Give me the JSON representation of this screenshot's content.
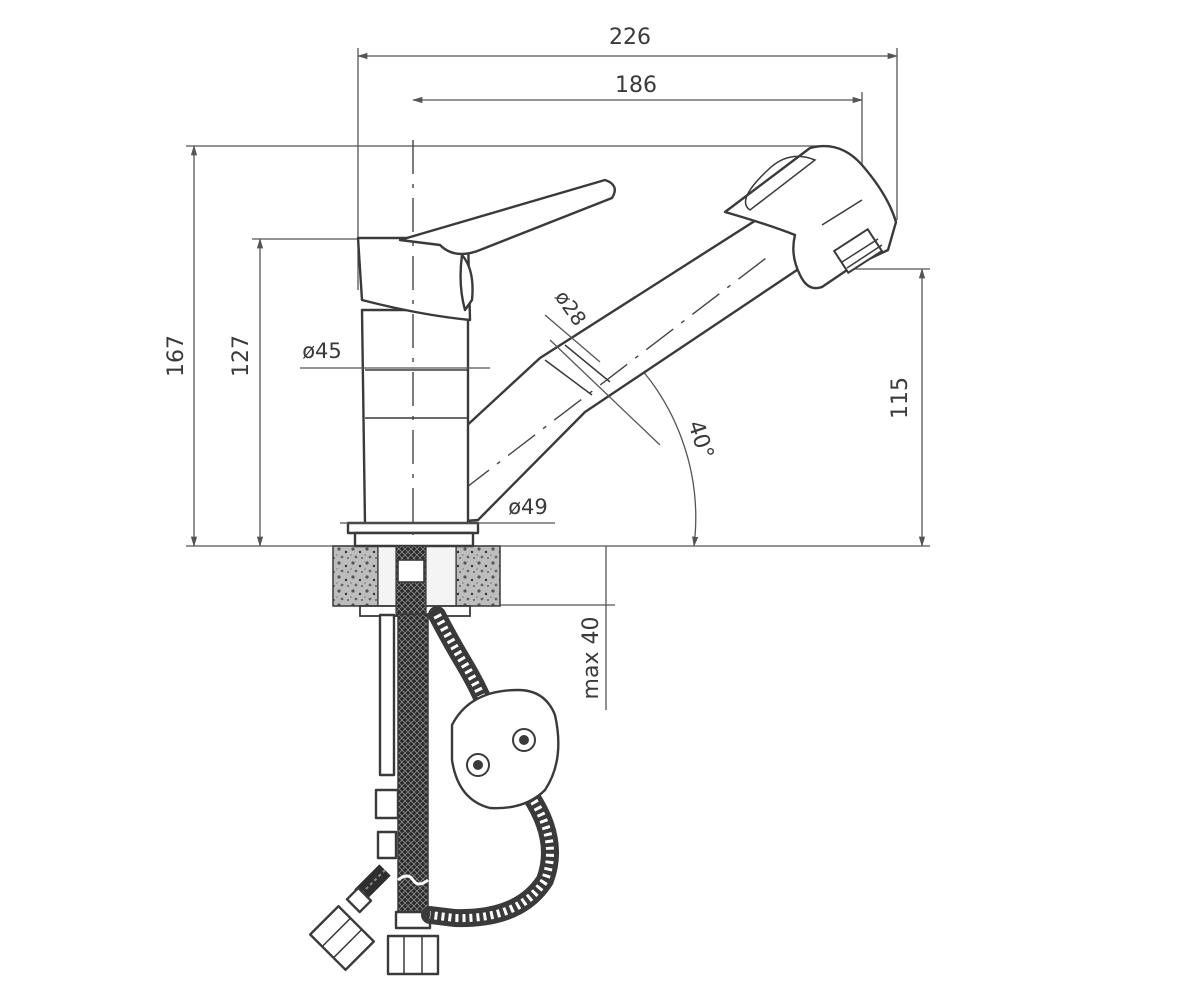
{
  "drawing": {
    "dimensions": {
      "total_width": "226",
      "spout_reach": "186",
      "total_height": "167",
      "body_height": "127",
      "body_diameter": "ø45",
      "spout_diameter": "ø28",
      "base_diameter": "ø49",
      "outlet_height": "115",
      "swivel_angle": "40°",
      "countertop_max": "max 40"
    },
    "colors": {
      "line": "#3a3a3a",
      "dimension_line": "#555555",
      "background": "#ffffff"
    }
  }
}
